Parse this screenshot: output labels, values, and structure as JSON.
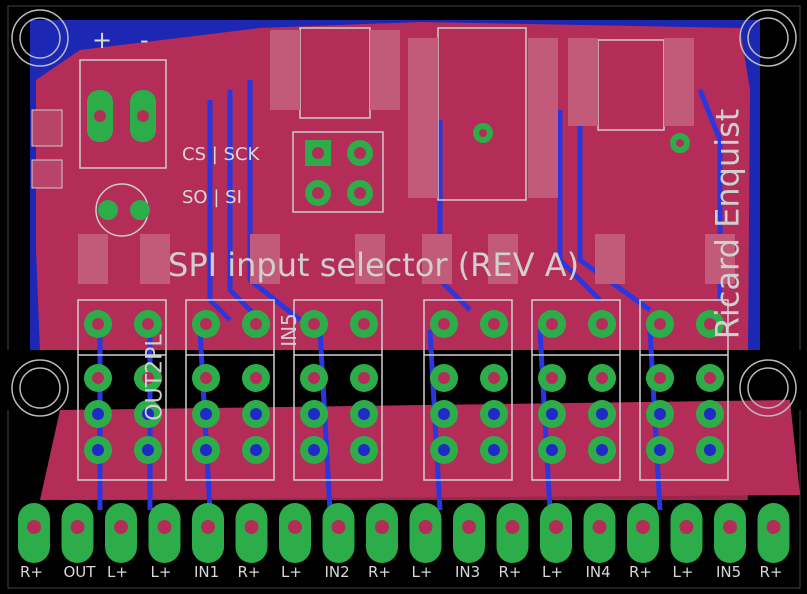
{
  "board": {
    "title": "SPI input selector (REV A)",
    "author": "Ricard Enquist",
    "pin_labels": [
      "CS",
      "|",
      "SCK",
      "SO",
      "|",
      "SI"
    ],
    "polarity": {
      "plus": "+",
      "minus": "-"
    },
    "vertical_labels": [
      "OUT2PL",
      "IN5"
    ],
    "connector_labels": [
      "R+",
      "OUT",
      "L+",
      "L+",
      "IN1",
      "R+",
      "L+",
      "IN2",
      "R+",
      "L+",
      "IN3",
      "R+",
      "L+",
      "IN4",
      "R+",
      "L+",
      "IN5",
      "R+"
    ],
    "colors": {
      "copper_top": "#b42d59",
      "copper_bottom": "#1f2bc8",
      "pad": "#2dad4a",
      "silkscreen": "#d0d0d0",
      "background": "#000000"
    }
  }
}
